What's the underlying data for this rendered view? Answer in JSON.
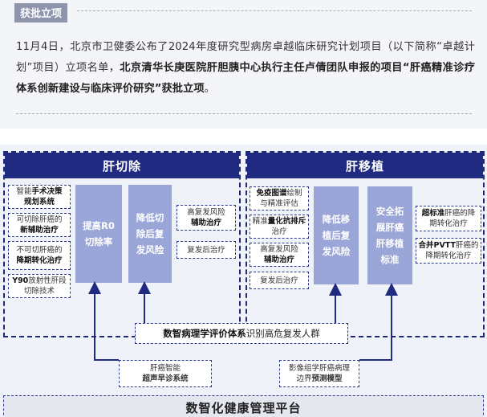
{
  "article": {
    "tag": "获批立项",
    "para_plain_1": "11月4日，北京市卫健委公布了2024年度研究型病房卓越临床研究计划项目（以下简称“卓越计划”项目）立项名单，",
    "para_bold": "北京清华长庚医院肝胆胰中心执行主任卢倩团队申报的项目“肝癌精准诊疗体系创新建设与临床评价研究”获批立项",
    "para_plain_2": "。"
  },
  "diagram": {
    "left_title": "肝切除",
    "right_title": "肝移植",
    "left_small": [
      {
        "a": "智能",
        "b": "手术决策",
        "c": "规划系统"
      },
      {
        "a": "可切除肝癌的",
        "b": "新辅助治疗",
        "c": ""
      },
      {
        "a": "不可切肝癌的",
        "b": "降期转化治疗",
        "c": ""
      },
      {
        "a": "",
        "b": "Y90",
        "c": "放射性肝段切除技术"
      }
    ],
    "left_big_1": [
      "提高R0",
      "切除率"
    ],
    "left_big_2": [
      "降低切",
      "除后复",
      "发风险"
    ],
    "left_right_small": [
      {
        "a": "高复发风险",
        "b": "辅助治疗"
      },
      {
        "a": "复发后治疗",
        "b": ""
      }
    ],
    "right_small": [
      {
        "a": "免疫图谱",
        "b": "绘制",
        "c": "与精准评估"
      },
      {
        "a": "精准",
        "b": "量化抗排斥",
        "c": "治疗"
      },
      {
        "a": "高复发风险",
        "b": "辅助治疗",
        "c": ""
      },
      {
        "a": "复发后治疗",
        "b": "",
        "c": ""
      }
    ],
    "right_big_1": [
      "降低移",
      "植后复",
      "发风险"
    ],
    "right_big_2": [
      "安全拓",
      "展肝癌",
      "肝移植",
      "标准"
    ],
    "right_right_small": [
      {
        "a": "超标准",
        "b": "肝癌的降期转化治疗"
      },
      {
        "a": "合并PVTT",
        "b": "肝癌的降期转化治疗"
      }
    ],
    "middle_bar": {
      "bold": "数智病理学评价体系",
      "plain": "识别高危复发人群"
    },
    "bottom_left": {
      "a": "肝癌智能",
      "b": "超声早诊系统"
    },
    "bottom_right": {
      "a": "影像组学肝癌病理",
      "b": "边界",
      "c": "预测模型"
    },
    "platform": "数智化健康管理平台"
  }
}
